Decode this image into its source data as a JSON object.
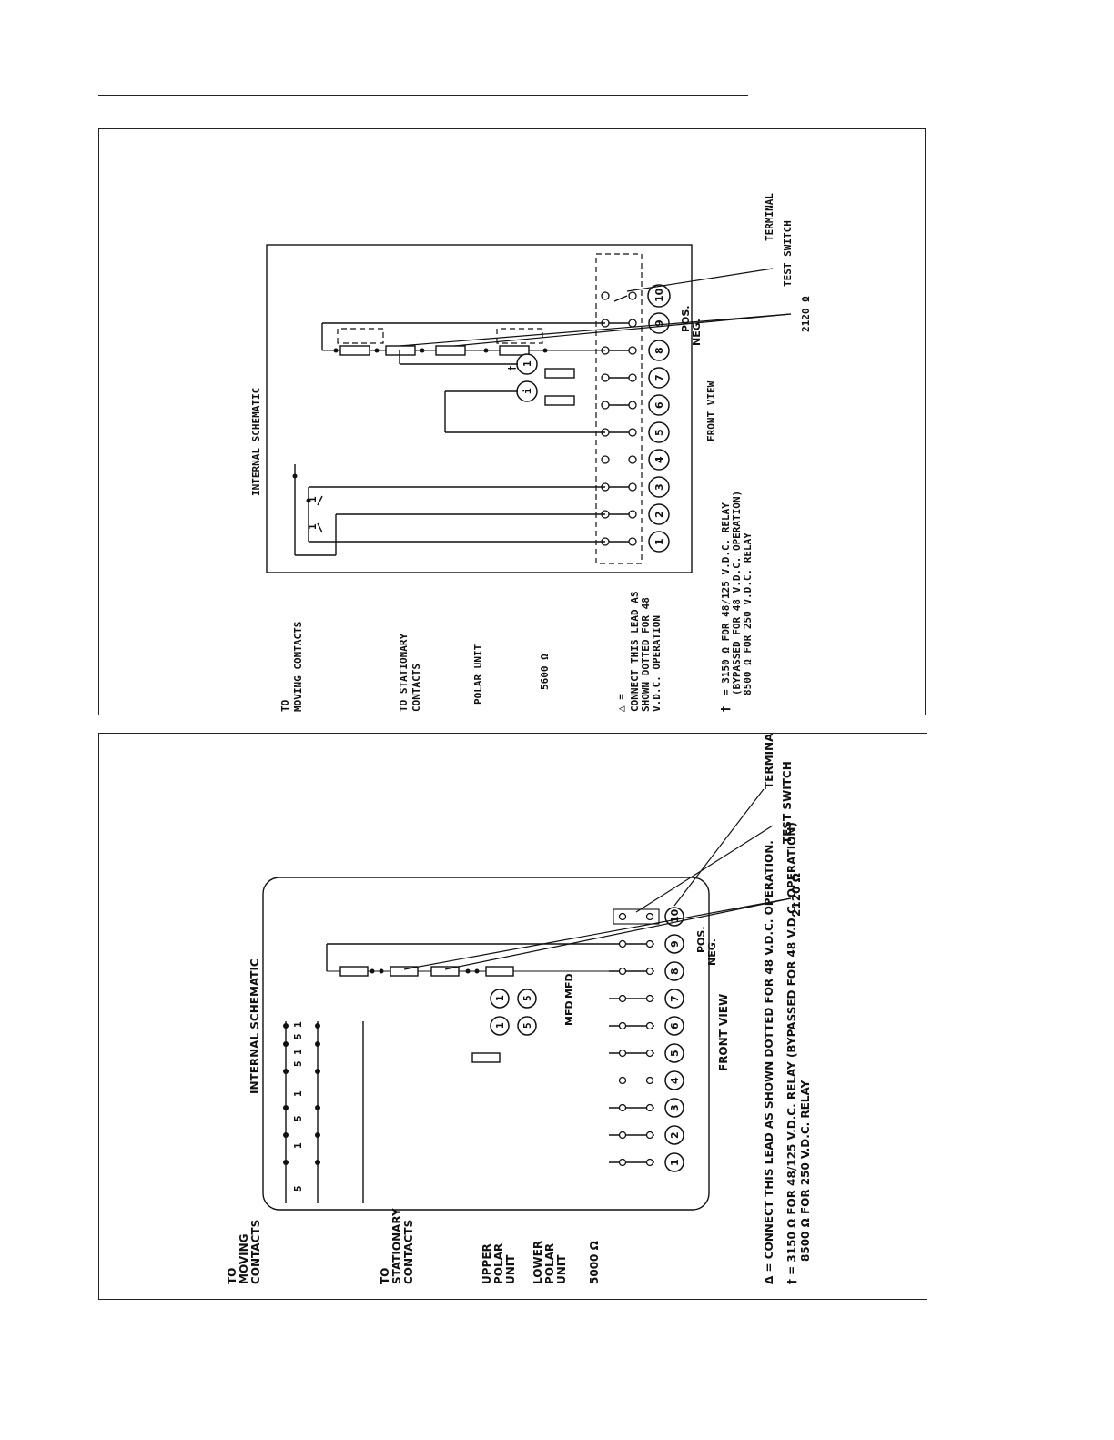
{
  "top": {
    "title": "INTERNAL SCHEMATIC",
    "front_view": "FRONT VIEW",
    "res_2120": "2120 Ω",
    "test_switch": "TEST SWITCH",
    "terminal": "TERMINAL",
    "moving_contacts": [
      "TO",
      "MOVING CONTACTS"
    ],
    "stationary_contacts": [
      "TO STATIONARY",
      "CONTACTS"
    ],
    "polar_unit": "POLAR UNIT",
    "res_5600": "5600 Ω",
    "pos": "POS.",
    "neg": "NEG.",
    "note_delta_symbol": "△ =",
    "note_delta": [
      "CONNECT THIS LEAD AS",
      "SHOWN DOTTED FOR 48",
      "V.D.C. OPERATION"
    ],
    "note_dagger_symbol": "†",
    "note_dagger": [
      "= 3150 Ω FOR 48/125 V.D.C. RELAY",
      "(BYPASSED FOR 48 V.D.C. OPERATION)",
      "8500 Ω FOR 250 V.D.C. RELAY"
    ],
    "terminals": [
      "1",
      "2",
      "3",
      "4",
      "5",
      "6",
      "7",
      "8",
      "9",
      "10"
    ],
    "contact_marks": [
      "1",
      "1"
    ],
    "unit_marks": [
      "1",
      "i"
    ]
  },
  "bottom": {
    "title": "INTERNAL SCHEMATIC",
    "front_view": "FRONT VIEW",
    "res_2120": "2120 Ω",
    "test_switch": "TEST SWITCH",
    "terminal": "TERMINAL",
    "moving_contacts": [
      "TO",
      "MOVING",
      "CONTACTS"
    ],
    "stationary_contacts": [
      "TO",
      "STATIONARY",
      "CONTACTS"
    ],
    "upper_polar": [
      "UPPER",
      "POLAR",
      "UNIT"
    ],
    "lower_polar": [
      "LOWER",
      "POLAR",
      "UNIT"
    ],
    "res_5000": "5000 Ω",
    "pos": "POS.",
    "neg": "NEG.",
    "mfd": "MFD",
    "note_delta": "Δ = CONNECT THIS LEAD AS SHOWN DOTTED FOR 48 V.D.C. OPERATION.",
    "note_dagger_1": "† = 3150 Ω FOR 48/125 V.D.C. RELAY (BYPASSED FOR 48 V.D.C. OPERATION)",
    "note_dagger_2": "8500 Ω FOR 250 V.D.C. RELAY",
    "terminals": [
      "1",
      "2",
      "3",
      "4",
      "5",
      "6",
      "7",
      "8",
      "9",
      "10"
    ],
    "contact_marks": [
      "5",
      "1",
      "5",
      "1",
      "5",
      "1",
      "5",
      "1"
    ],
    "unit_marks": [
      "1",
      "5",
      "1",
      "5"
    ]
  }
}
